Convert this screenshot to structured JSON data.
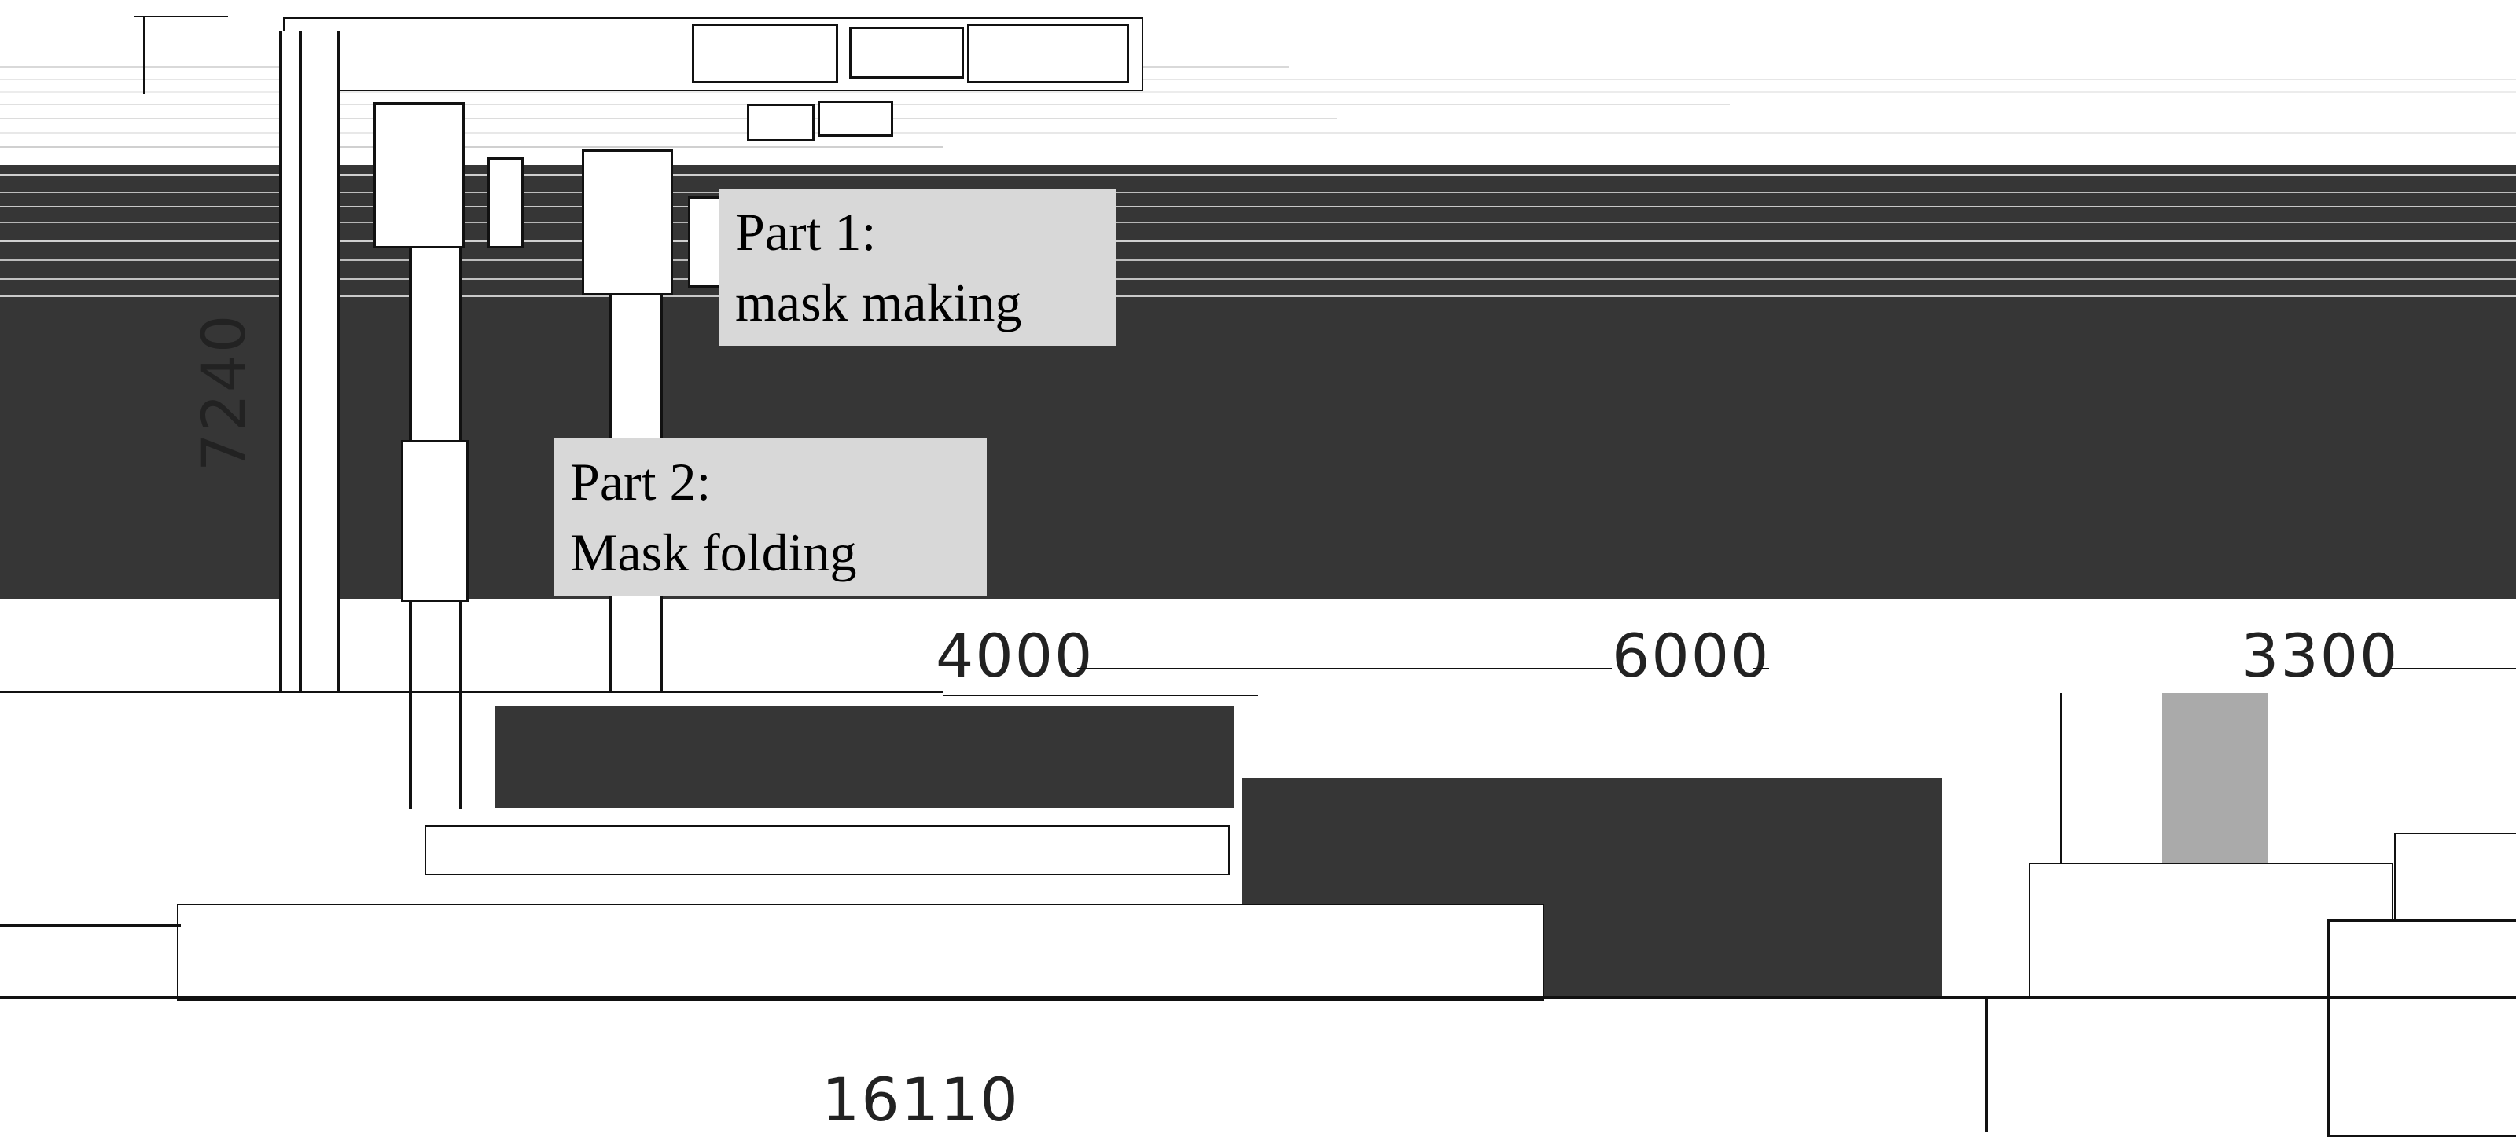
{
  "callouts": {
    "part1_line1": "Part 1:",
    "part1_line2": "mask making",
    "part2_line1": "Part 2:",
    "part2_line2": "Mask folding"
  },
  "dimensions": {
    "height": "7240",
    "seg1": "4000",
    "seg2": "6000",
    "seg3": "3300",
    "total": "16110"
  },
  "colors": {
    "band": "#363636",
    "callout_bg": "#d8d8d8"
  }
}
